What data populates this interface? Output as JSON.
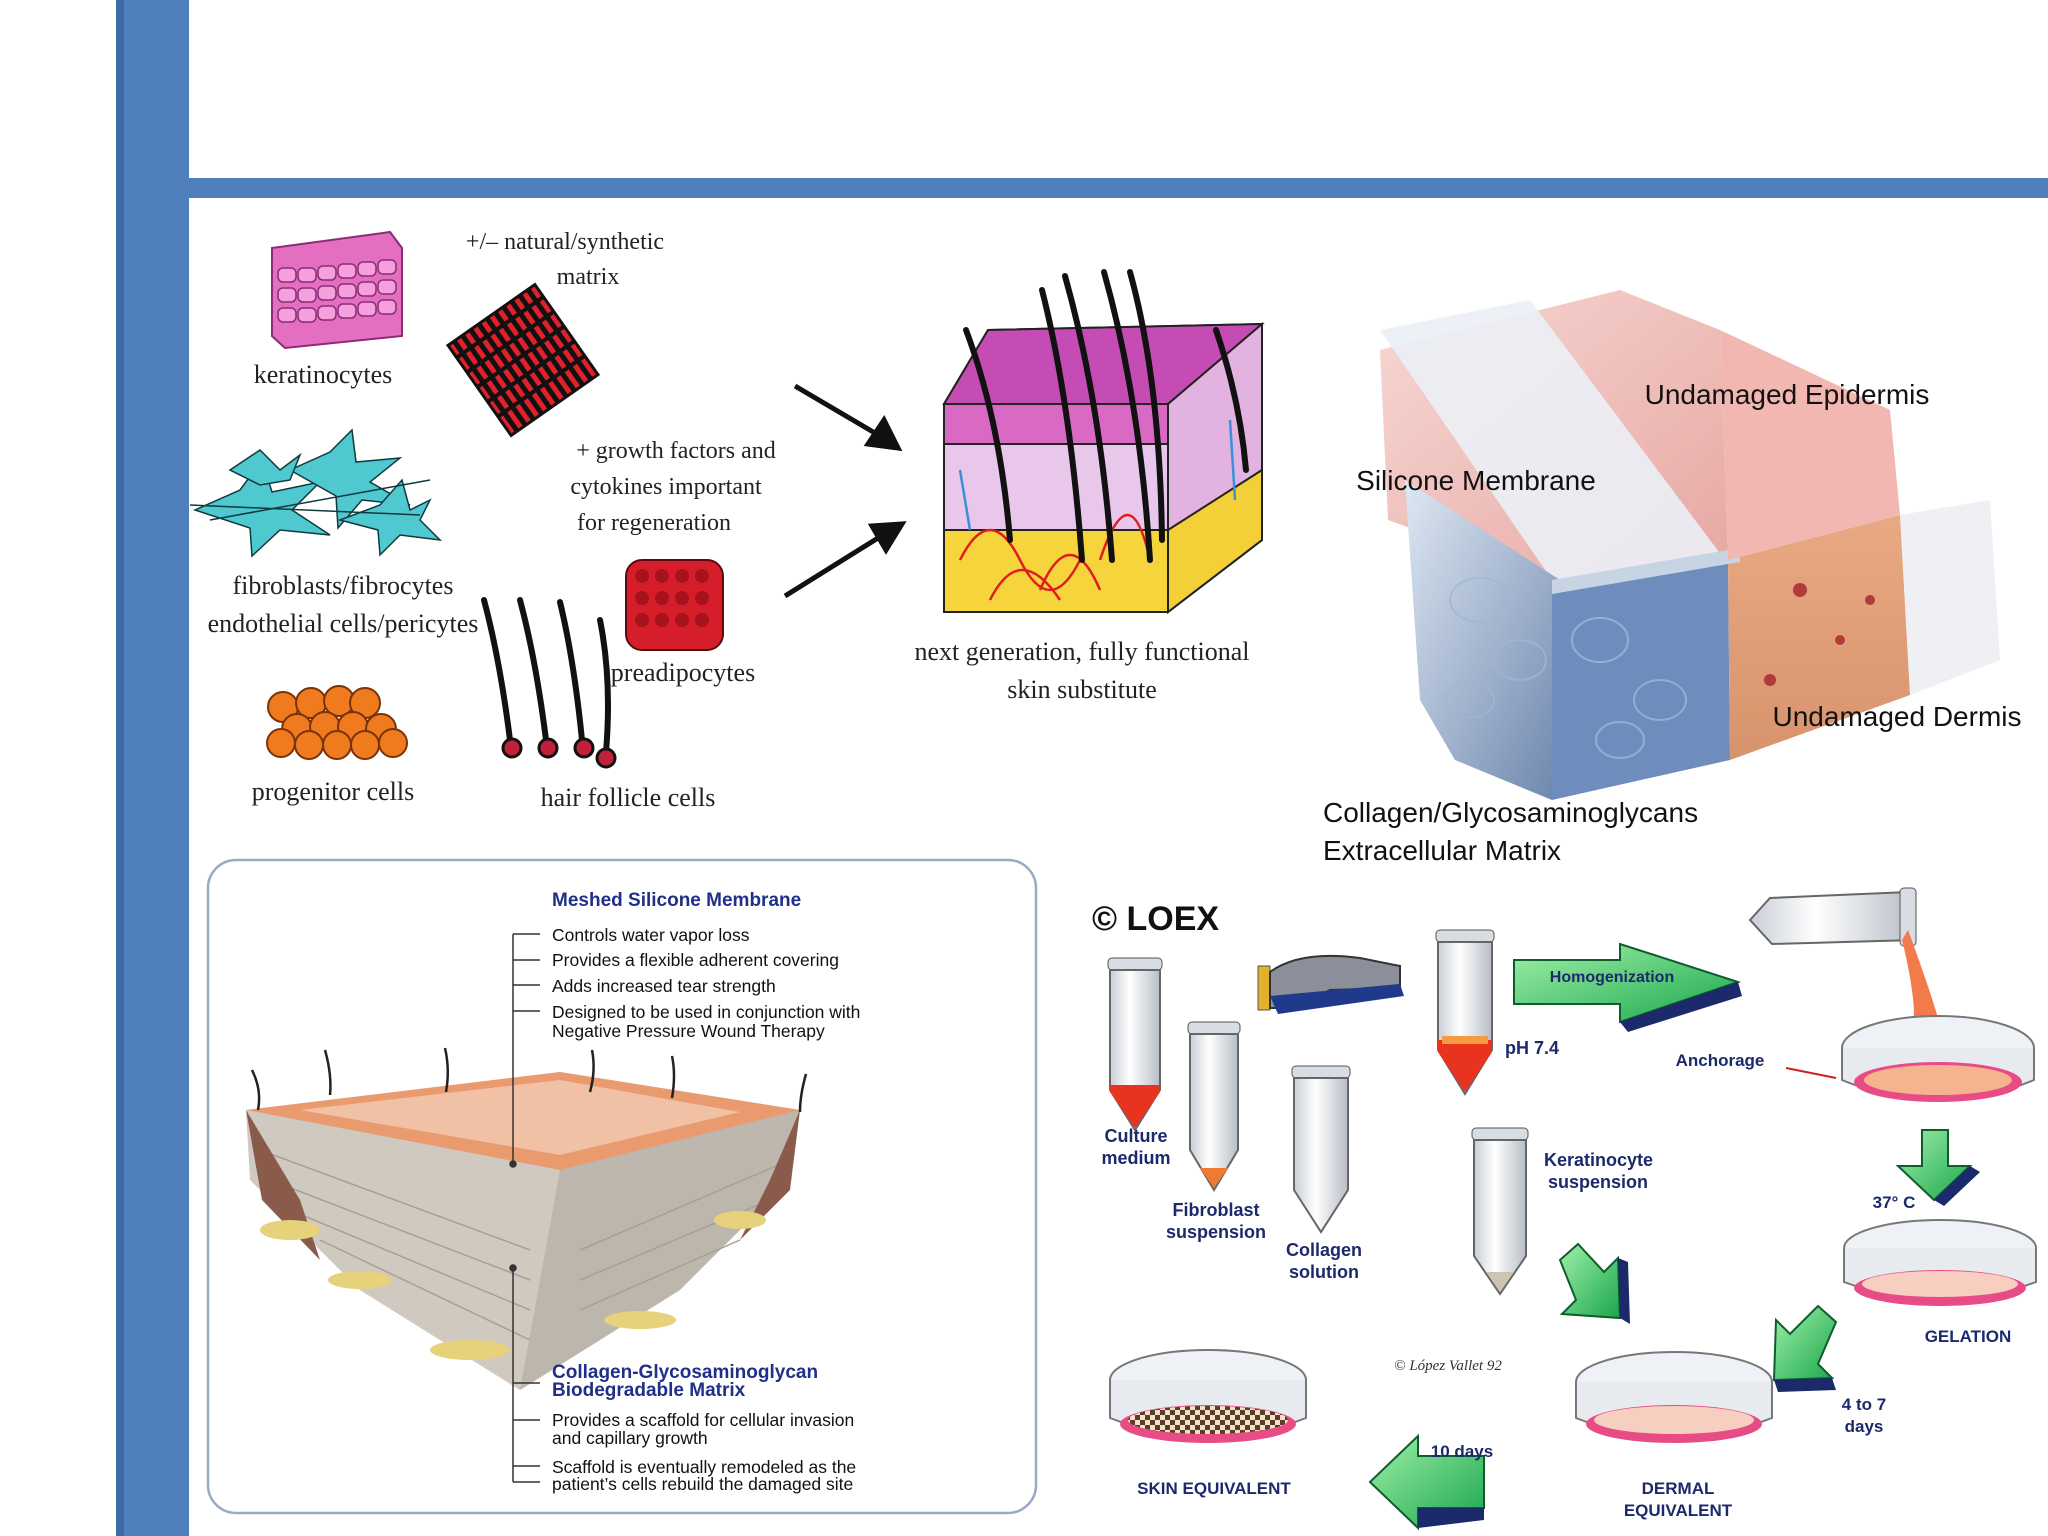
{
  "slide": {
    "accent_color": "#4f7fbd"
  },
  "top_left_panel": {
    "keratinocytes": "keratinocytes",
    "matrix_line1": "+/– natural/synthetic",
    "matrix_line2": "matrix",
    "growth_line1": "+ growth factors and",
    "growth_line2": "cytokines important",
    "growth_line3": "for regeneration",
    "fibro_line1": "fibroblasts/fibrocytes",
    "fibro_line2": "endothelial cells/pericytes",
    "preadipocytes": "preadipocytes",
    "progenitor": "progenitor cells",
    "hair": "hair follicle cells",
    "next_line1": "next generation, fully functional",
    "next_line2": "skin substitute"
  },
  "top_right_panel": {
    "undamaged_epidermis": "Undamaged Epidermis",
    "silicone_membrane": "Silicone Membrane",
    "undamaged_dermis": "Undamaged Dermis",
    "collagen_line1": "Collagen/Glycosaminoglycans",
    "collagen_line2": "Extracellular Matrix"
  },
  "bottom_left_panel": {
    "top_title": "Meshed Silicone Membrane",
    "top_items": [
      "Controls water vapor loss",
      "Provides a flexible adherent covering",
      "Adds increased tear strength",
      "Designed to be used in conjunction with",
      "Negative Pressure Wound Therapy"
    ],
    "bottom_title_line1": "Collagen-Glycosaminoglycan",
    "bottom_title_line2": "Biodegradable Matrix",
    "bottom_items": [
      "Provides a scaffold for cellular invasion",
      "and capillary growth",
      "Scaffold is eventually remodeled as the",
      "patient’s cells rebuild the damaged site"
    ]
  },
  "bottom_right_panel": {
    "copyright": "© LOEX",
    "culture_line1": "Culture",
    "culture_line2": "medium",
    "fibroblast_line1": "Fibroblast",
    "fibroblast_line2": "suspension",
    "collagen_line1": "Collagen",
    "collagen_line2": "solution",
    "ph": "pH 7.4",
    "homogenization": "Homogenization",
    "anchorage": "Anchorage",
    "keratinocyte_line1": "Keratinocyte",
    "keratinocyte_line2": "suspension",
    "temperature": "37° C",
    "gelation": "GELATION",
    "days_line1": "4 to 7",
    "days_line2": "days",
    "signature": "© López Vallet 92",
    "ten_days": "10 days",
    "skin_equivalent": "SKIN EQUIVALENT",
    "dermal_line1": "DERMAL",
    "dermal_line2": "EQUIVALENT"
  }
}
